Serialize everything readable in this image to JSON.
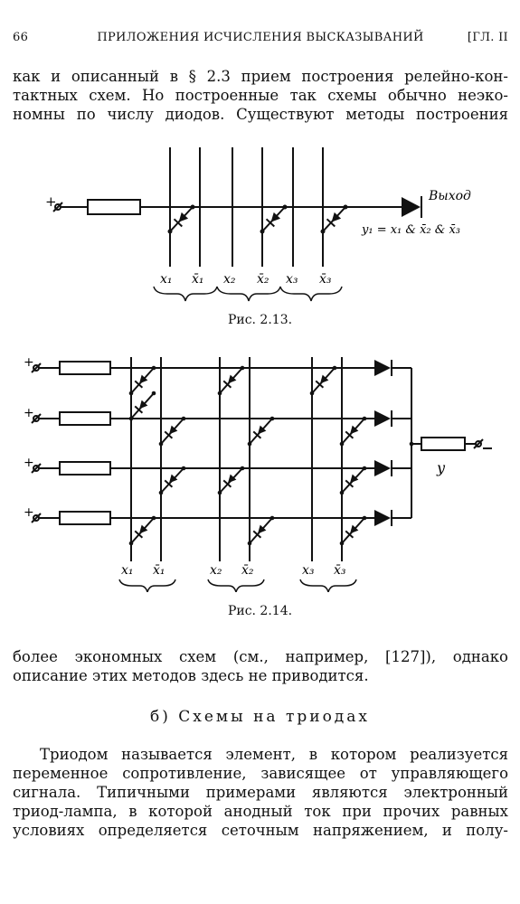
{
  "header": {
    "page_number": "66",
    "title": "ПРИЛОЖЕНИЯ ИСЧИСЛЕНИЯ ВЫСКАЗЫВАНИЙ",
    "section": "[ГЛ. II"
  },
  "para1": [
    "как и описанный в § 2.3 прием построения релейно-кон-",
    "тактных схем. Но построенные так схемы обычно неэко-",
    "номны по числу диодов. Существуют методы построения"
  ],
  "fig1": {
    "caption": "Рис. 2.13.",
    "plus": "+",
    "output_label": "Выход",
    "formula": "y₁ = x₁ & x̄₂ & x̄₃",
    "inputs": [
      "x₁",
      "x̄₁",
      "x₂",
      "x̄₂",
      "x₃",
      "x̄₃"
    ]
  },
  "fig2": {
    "caption": "Рис. 2.14.",
    "plus": "+",
    "output_label": "y",
    "inputs": [
      "x₁",
      "x̄₁",
      "x₂",
      "x̄₂",
      "x₃",
      "x̄₃"
    ]
  },
  "para2": [
    "более экономных схем (см., например, [127]), однако",
    "описание этих методов здесь не приводится."
  ],
  "subheading": "б) Схемы на триодах",
  "para3": [
    "Триодом называется элемент, в котором реализуется",
    "переменное сопротивление, зависящее от управляющего",
    "сигнала. Типичными примерами являются электронный",
    "триод-лампа, в которой анодный ток при прочих равных",
    "условиях определяется сеточным напряжением, и полу-"
  ]
}
